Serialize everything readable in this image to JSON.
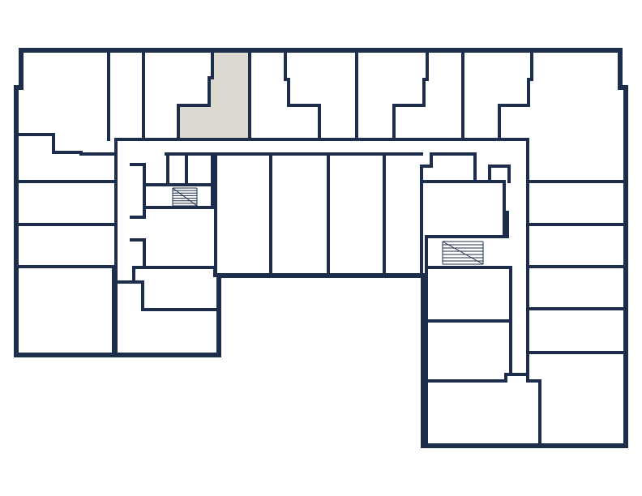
{
  "floor_plan": {
    "colors": {
      "background": "#ffffff",
      "wall": "#1d2e4d",
      "highlight": "#dcd9d0"
    },
    "highlighted_unit": "unit-north-3",
    "stairwells": [
      "stair-west",
      "stair-east"
    ]
  }
}
